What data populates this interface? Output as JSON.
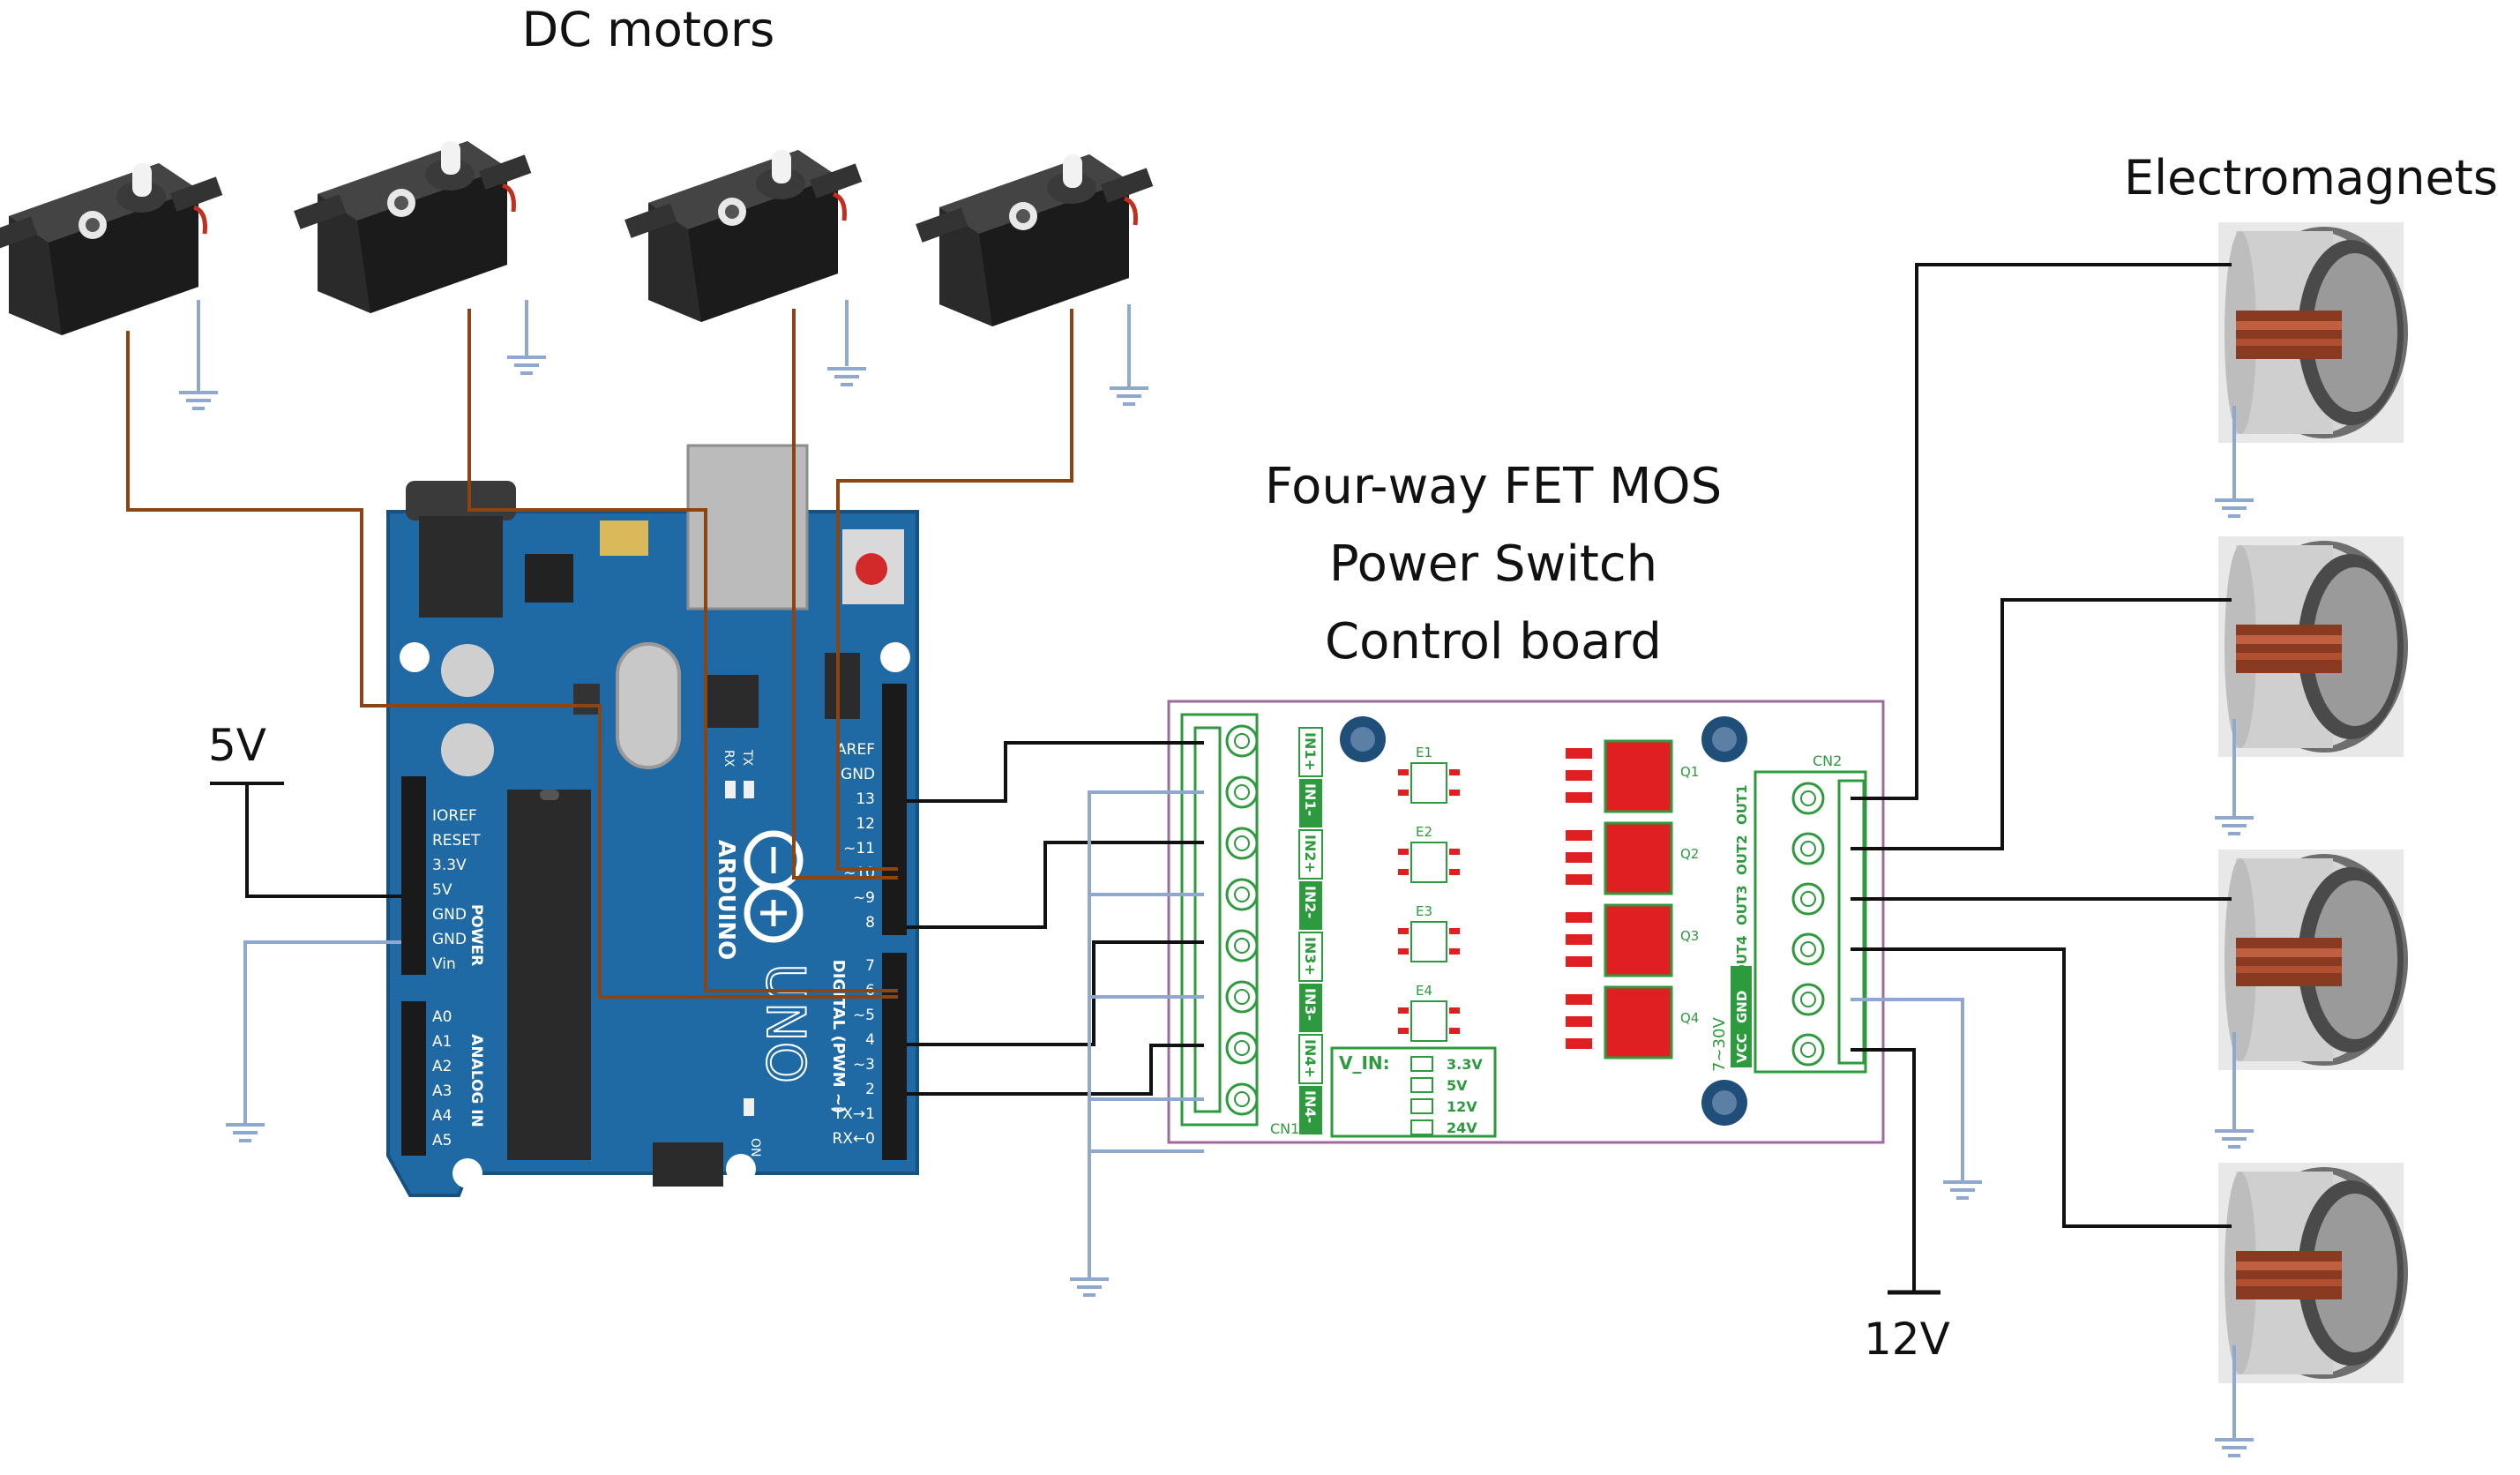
{
  "labels": {
    "dc_motors": "DC motors",
    "electromagnets": "Electromagnets",
    "board_title_line1": "Four-way FET MOS",
    "board_title_line2": "Power Switch",
    "board_title_line3": "Control board",
    "v5": "5V",
    "v12": "12V"
  },
  "arduino": {
    "brand": "ARDUINO",
    "model": "UNO",
    "digital_label": "DIGITAL (PWM ~)",
    "power_label": "POWER",
    "analog_label": "ANALOG IN",
    "on_label": "ON",
    "tx_label": "TX",
    "rx_label": "RX",
    "power_pins": [
      "IOREF",
      "RESET",
      "3.3V",
      "5V",
      "GND",
      "GND",
      "Vin"
    ],
    "analog_pins": [
      "A0",
      "A1",
      "A2",
      "A3",
      "A4",
      "A5"
    ],
    "digital_pins_top": [
      "AREF",
      "GND",
      "13",
      "12",
      "~11",
      "~10",
      "~9",
      "8"
    ],
    "digital_pins_bottom": [
      "7",
      "~6",
      "~5",
      "4",
      "~3",
      "2",
      "TX→1",
      "RX←0"
    ]
  },
  "fet_board": {
    "cn1": "CN1",
    "cn2": "CN2",
    "inputs": [
      "IN1+",
      "IN1-",
      "IN2+",
      "IN2-",
      "IN3+",
      "IN3-",
      "IN4+",
      "IN4-"
    ],
    "optos": [
      "E1",
      "E2",
      "E3",
      "E4"
    ],
    "mosfets": [
      "Q1",
      "Q2",
      "Q3",
      "Q4"
    ],
    "outputs": [
      "OUT1",
      "OUT2",
      "OUT3",
      "OUT4",
      "GND",
      "VCC"
    ],
    "vin_label": "V_IN:",
    "vin_options": [
      "3.3V",
      "5V",
      "12V",
      "24V"
    ],
    "voltage_range": "7~30V"
  },
  "colors": {
    "arduino_blue": "#1f6aa5",
    "signal_wire": "#8b4513",
    "ground_wire": "#8fa8d0",
    "black_wire": "#111111",
    "board_outline": "#9b6b9b",
    "board_green": "#2e9a3e",
    "mosfet_red": "#e02020"
  }
}
